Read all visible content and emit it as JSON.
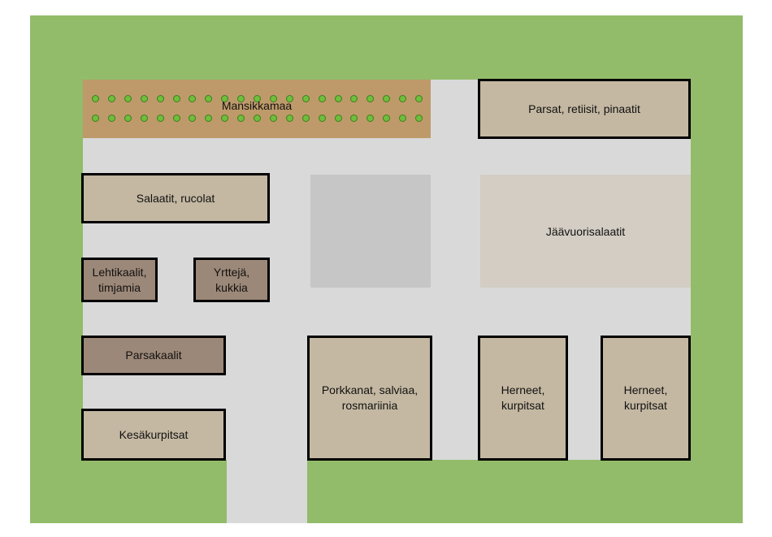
{
  "colors": {
    "grass": "#92bc6a",
    "path": "#d9d9d9",
    "bed_light": "#c4b8a2",
    "bed_dark": "#9c8878",
    "soil": "#be9a6a",
    "plant": "#6fbe3c",
    "greenhouse_area": "#c6c6c6",
    "iceberg_area": "#d3cdc3"
  },
  "strawberry_field": {
    "label": "Mansikkamaa",
    "rows": 2,
    "plants_per_row": 21
  },
  "beds": {
    "parsat": "Parsat, retiisit, pinaatit",
    "salaatit": "Salaatit, rucolat",
    "jaavuori": "Jäävuorisalaatit",
    "lehtikaalit": "Lehtikaalit, timjamia",
    "yrtteja": "Yrttejä, kukkia",
    "parsakaalit": "Parsakaalit",
    "kesakurpitsat": "Kesäkurpitsat",
    "porkkanat": "Porkkanat, salviaa, rosmariinia",
    "herneet_1": "Herneet, kurpitsat",
    "herneet_2": "Herneet, kurpitsat"
  }
}
